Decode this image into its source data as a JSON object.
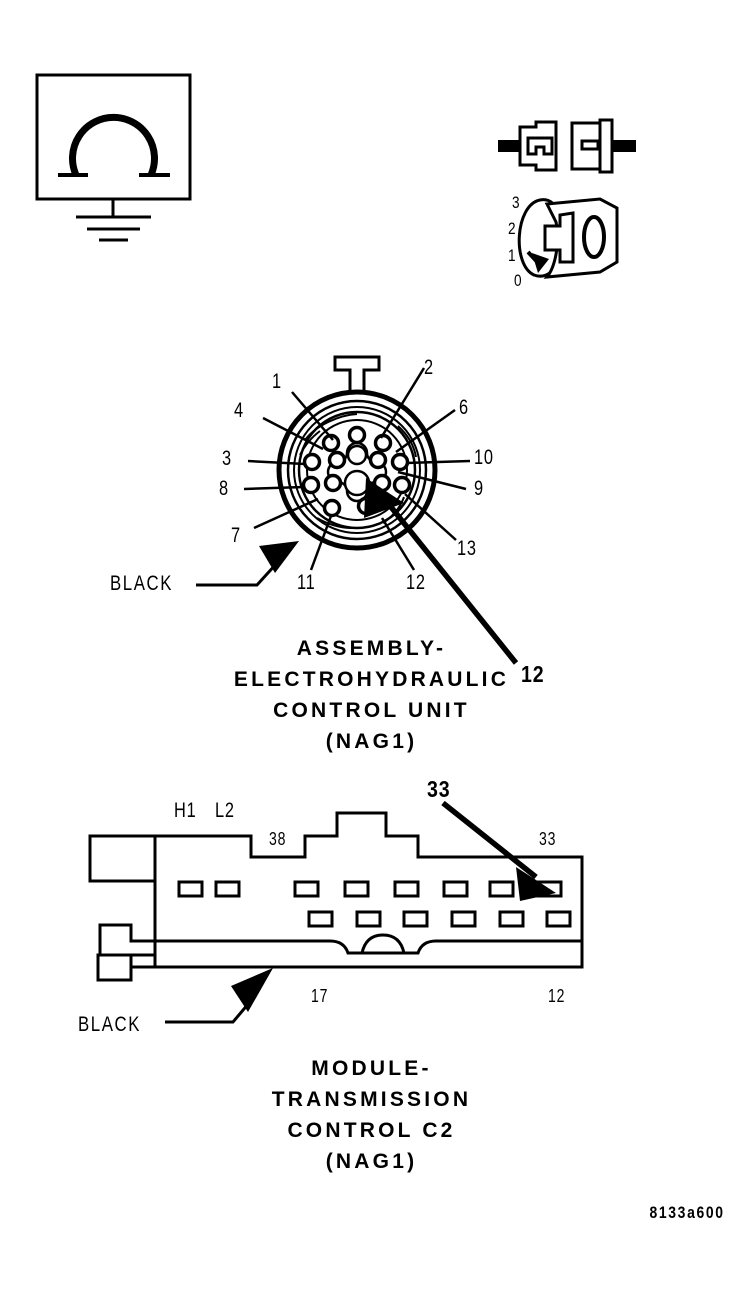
{
  "figure": {
    "reference_id": "8133a600",
    "type": "automotive-wiring-connector-diagram"
  },
  "meter_symbol": {
    "name": "ohmmeter-with-ground",
    "symbol": "Ω",
    "description": "ohmmeter box with ground symbol"
  },
  "connector_probe": {
    "name": "disconnected-connector-pair",
    "scale_labels": [
      "3",
      "2",
      "1",
      "0"
    ]
  },
  "round_connector": {
    "caption": [
      "ASSEMBLY-",
      "ELECTROHYDRAULIC",
      "CONTROL UNIT",
      "(NAG1)"
    ],
    "wire_color_label": "BLACK",
    "callout_bold": "12",
    "pins_left": [
      "1",
      "4",
      "3",
      "8",
      "7"
    ],
    "pins_right": [
      "2",
      "6",
      "10",
      "9",
      "13"
    ],
    "pins_bottom": [
      "11",
      "12"
    ]
  },
  "rect_connector": {
    "caption": [
      "MODULE-",
      "TRANSMISSION",
      "CONTROL C2",
      "(NAG1)"
    ],
    "wire_color_label": "BLACK",
    "callout_bold": "33",
    "labels": {
      "h1": "H1",
      "l2": "L2",
      "top_left_num": "38",
      "top_right_num": "33",
      "bottom_left_num": "17",
      "bottom_right_num": "12"
    }
  }
}
